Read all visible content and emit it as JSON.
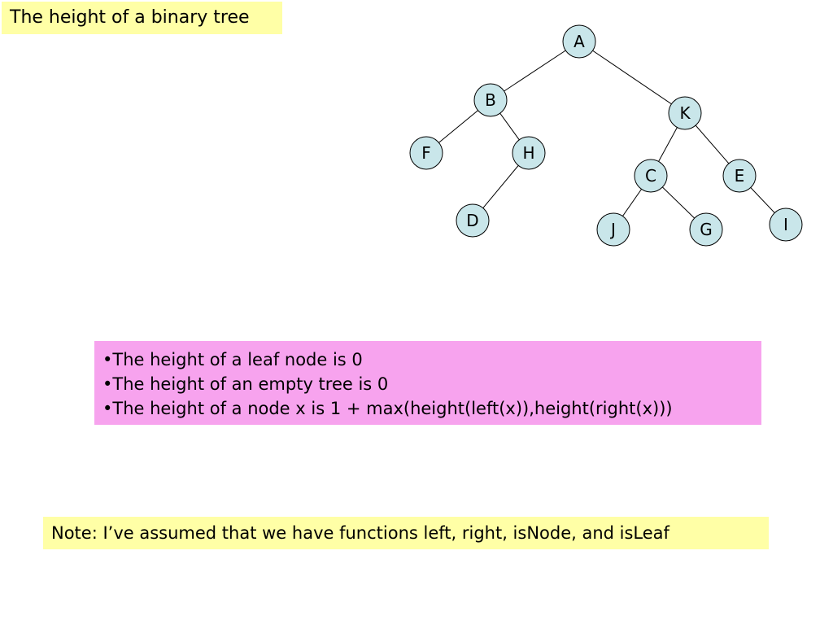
{
  "title": "The height of a binary tree",
  "tree": {
    "nodes": [
      {
        "id": "A",
        "label": "A"
      },
      {
        "id": "B",
        "label": "B"
      },
      {
        "id": "K",
        "label": "K"
      },
      {
        "id": "F",
        "label": "F"
      },
      {
        "id": "H",
        "label": "H"
      },
      {
        "id": "C",
        "label": "C"
      },
      {
        "id": "E",
        "label": "E"
      },
      {
        "id": "D",
        "label": "D"
      },
      {
        "id": "J",
        "label": "J"
      },
      {
        "id": "G",
        "label": "G"
      },
      {
        "id": "I",
        "label": "I"
      }
    ],
    "edges": [
      [
        "A",
        "B"
      ],
      [
        "A",
        "K"
      ],
      [
        "B",
        "F"
      ],
      [
        "B",
        "H"
      ],
      [
        "H",
        "D"
      ],
      [
        "K",
        "C"
      ],
      [
        "K",
        "E"
      ],
      [
        "C",
        "J"
      ],
      [
        "C",
        "G"
      ],
      [
        "E",
        "I"
      ]
    ],
    "node_color": "#c9e6ea"
  },
  "rules": [
    "•The height of a leaf node is 0",
    "•The height of an empty tree is 0",
    "•The height of a node  x is 1 + max(height(left(x)),height(right(x)))"
  ],
  "note": "Note: I’ve assumed that we have functions left, right, isNode, and isLeaf",
  "colors": {
    "title_bg": "#ffffa6",
    "rules_bg": "#f7a3ee",
    "note_bg": "#ffffa6"
  }
}
